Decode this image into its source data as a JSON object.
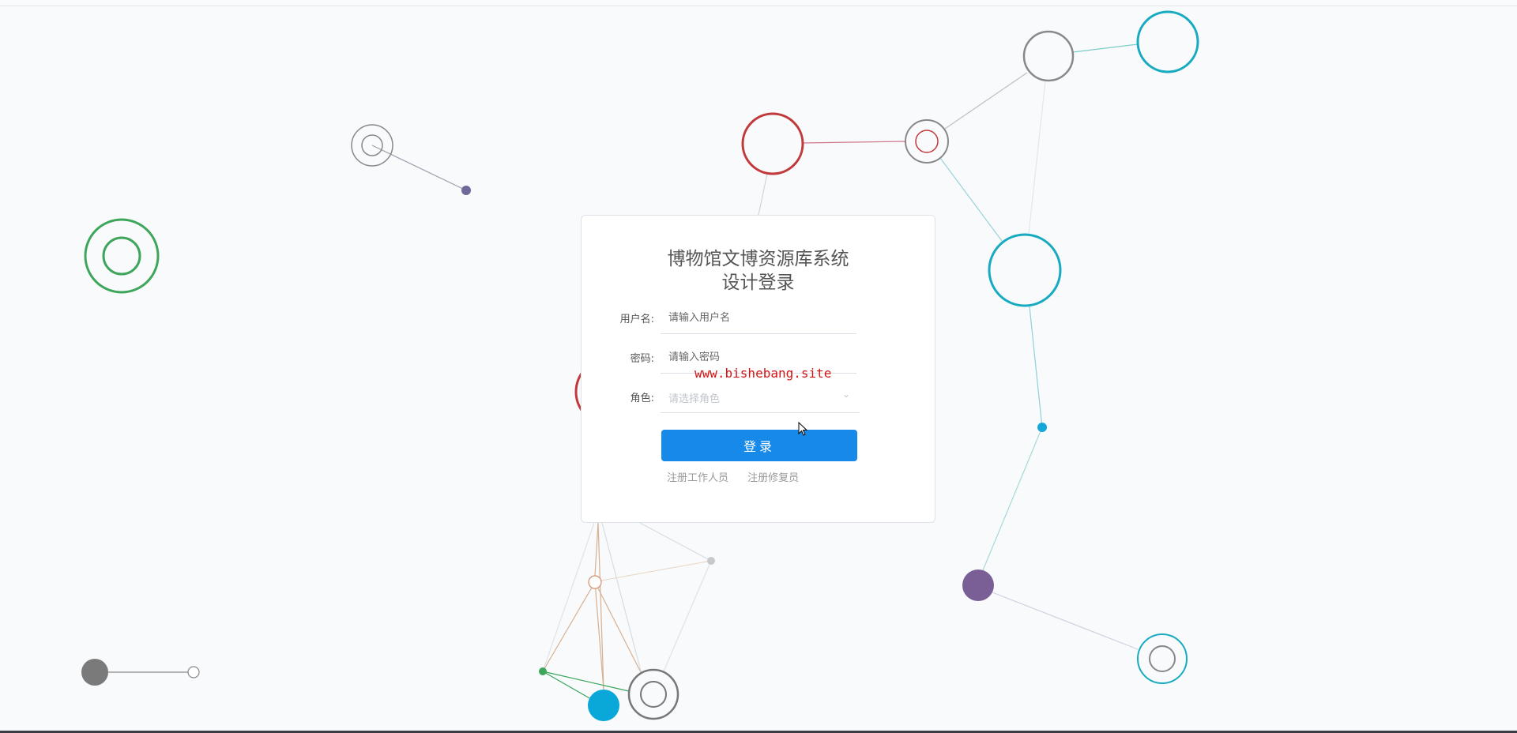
{
  "login": {
    "title_line1": "博物馆文博资源库系统",
    "title_line2": "设计登录",
    "username_label": "用户名:",
    "username_placeholder": "请输入用户名",
    "username_value": "",
    "password_label": "密码:",
    "password_placeholder": "请输入密码",
    "password_value": "",
    "role_label": "角色:",
    "role_placeholder": "请选择角色",
    "submit_label": "登录",
    "register_staff": "注册工作人员",
    "register_restorer": "注册修复员"
  },
  "watermark": "www.bishebang.site",
  "colors": {
    "primary": "#1789e8",
    "background": "#f8fafc"
  }
}
